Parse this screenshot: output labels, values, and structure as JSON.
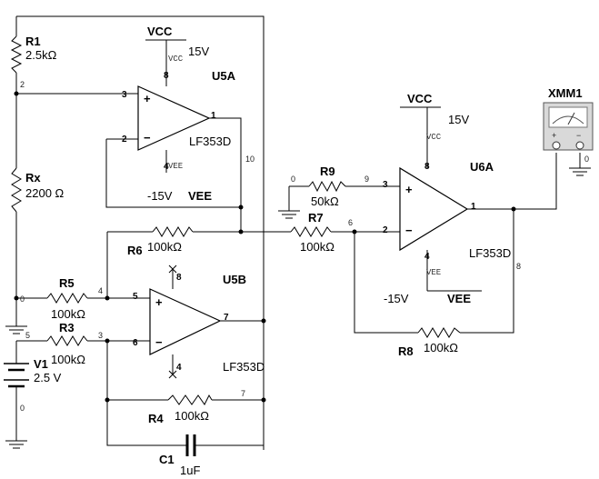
{
  "supplies": {
    "vcc_label": "VCC",
    "vee_label": "VEE",
    "vcc_value": "15V",
    "vee_value": "-15V",
    "vcc_pin_tag": "VCC",
    "vee_pin_tag": "VEE"
  },
  "opamps": {
    "u5a": {
      "ref": "U5A",
      "model": "LF353D"
    },
    "u5b": {
      "ref": "U5B",
      "model": "LF353D"
    },
    "u6a": {
      "ref": "U6A",
      "model": "LF353D"
    }
  },
  "resistors": {
    "r1": {
      "ref": "R1",
      "value": "2.5kΩ"
    },
    "rx": {
      "ref": "Rx",
      "value": "2200 Ω"
    },
    "r3": {
      "ref": "R3",
      "value": "100kΩ"
    },
    "r4": {
      "ref": "R4",
      "value": "100kΩ"
    },
    "r5": {
      "ref": "R5",
      "value": "100kΩ"
    },
    "r6": {
      "ref": "R6",
      "value": "100kΩ"
    },
    "r7": {
      "ref": "R7",
      "value": "100kΩ"
    },
    "r8": {
      "ref": "R8",
      "value": "100kΩ"
    },
    "r9": {
      "ref": "R9",
      "value": "50kΩ"
    }
  },
  "capacitor": {
    "ref": "C1",
    "value": "1uF"
  },
  "source": {
    "ref": "V1",
    "value": "2.5 V"
  },
  "meter": {
    "ref": "XMM1",
    "plus": "+",
    "minus": "−"
  },
  "pins": {
    "plus": "+",
    "minus": "−",
    "u5a_in_plus": "3",
    "u5a_in_minus": "2",
    "u5a_out": "1",
    "u5a_vcc": "8",
    "u5a_vee": "4",
    "u5b_in_plus": "5",
    "u5b_in_minus": "6",
    "u5b_out": "7",
    "u5b_vcc": "8",
    "u5b_vee": "4",
    "u6a_in_plus": "3",
    "u6a_in_minus": "2",
    "u6a_out": "1",
    "u6a_vcc": "8",
    "u6a_vee": "4"
  },
  "nodes": {
    "n2": "2",
    "n10": "10",
    "n0_r9": "0",
    "n9": "9",
    "n6": "6",
    "n8": "8",
    "n0_meter": "0",
    "n4": "4",
    "n0_left": "0",
    "n5": "5",
    "n3": "3",
    "n0_src": "0",
    "n7": "7"
  }
}
